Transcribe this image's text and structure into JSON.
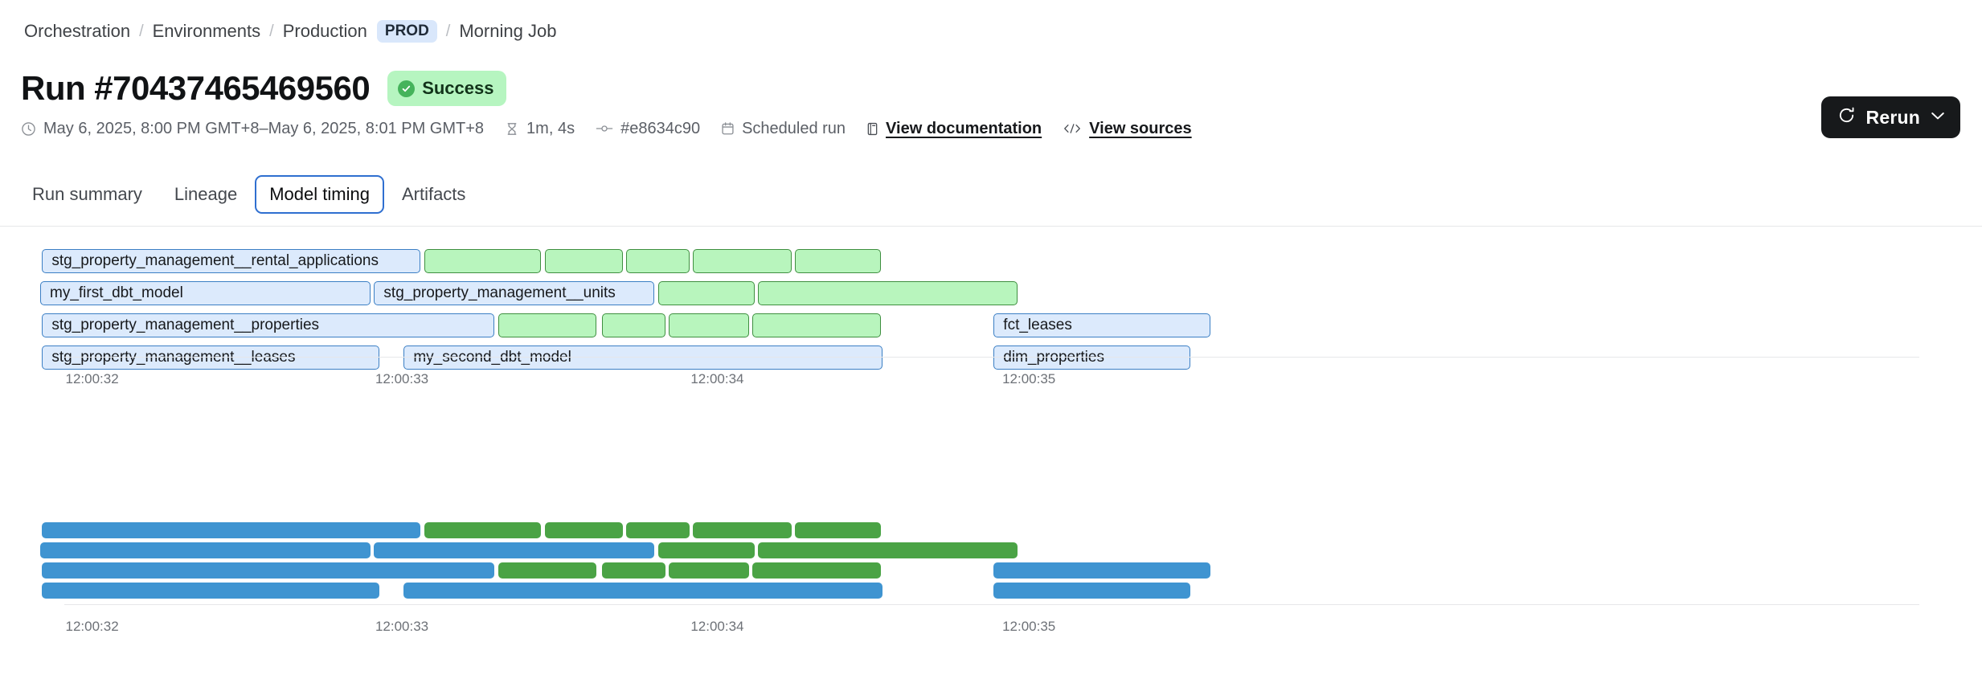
{
  "breadcrumb": {
    "items": [
      {
        "label": "Orchestration",
        "type": "link"
      },
      {
        "label": "Environments",
        "type": "link"
      },
      {
        "label": "Production",
        "type": "link"
      },
      {
        "label": "PROD",
        "type": "badge"
      },
      {
        "label": "Morning Job",
        "type": "link"
      }
    ],
    "separator": "/"
  },
  "header": {
    "title": "Run #70437465469560",
    "status": {
      "label": "Success",
      "icon": "check-circle-icon",
      "bg": "#b6f5c0",
      "fg": "#12331a"
    },
    "meta": {
      "time_range": "May 6, 2025, 8:00 PM GMT+8–May 6, 2025, 8:01 PM GMT+8",
      "duration": "1m, 4s",
      "commit": "#e8634c90",
      "trigger": "Scheduled run",
      "docs_link": "View documentation",
      "sources_link": "View sources"
    },
    "rerun": {
      "label": "Rerun",
      "icon": "refresh-icon",
      "caret": "chevron-down-icon"
    }
  },
  "tabs": [
    {
      "label": "Run summary",
      "active": false
    },
    {
      "label": "Lineage",
      "active": false
    },
    {
      "label": "Model timing",
      "active": true
    },
    {
      "label": "Artifacts",
      "active": false
    }
  ],
  "colors": {
    "blue_fill": "#dceafc",
    "blue_stroke": "#3b7fc4",
    "green_fill": "#b8f5bd",
    "green_stroke": "#3f8f40",
    "blue_solid": "#3f94d1",
    "green_solid": "#4aa345",
    "accent": "#2f6fd0"
  },
  "chart_data": [
    {
      "type": "bar",
      "id": "model-timing-outline",
      "title": "",
      "style": "outline",
      "xlabel": "",
      "ylabel": "",
      "grid": false,
      "legend": "none",
      "axis_ticks": [
        {
          "label": "12:00:32",
          "x_pct": 1.5
        },
        {
          "label": "12:00:33",
          "x_pct": 18.2
        },
        {
          "label": "12:00:34",
          "x_pct": 35.2
        },
        {
          "label": "12:00:35",
          "x_pct": 52.0
        }
      ],
      "rows": [
        {
          "name": "row-1",
          "segments": [
            {
              "label": "stg_property_management__rental_applications",
              "color": "blue",
              "start_pct": -1.2,
              "width_pct": 20.4
            },
            {
              "label": "",
              "color": "green",
              "start_pct": 19.4,
              "width_pct": 6.3
            },
            {
              "label": "",
              "color": "green",
              "start_pct": 25.9,
              "width_pct": 4.2
            },
            {
              "label": "",
              "color": "green",
              "start_pct": 30.3,
              "width_pct": 3.4
            },
            {
              "label": "",
              "color": "green",
              "start_pct": 33.9,
              "width_pct": 5.3
            },
            {
              "label": "",
              "color": "green",
              "start_pct": 39.4,
              "width_pct": 4.6
            }
          ]
        },
        {
          "name": "row-2",
          "segments": [
            {
              "label": "my_first_dbt_model",
              "color": "blue",
              "start_pct": -1.3,
              "width_pct": 17.8
            },
            {
              "label": "stg_property_management__units",
              "color": "blue",
              "start_pct": 16.7,
              "width_pct": 15.1
            },
            {
              "label": "",
              "color": "green",
              "start_pct": 32.0,
              "width_pct": 5.2
            },
            {
              "label": "",
              "color": "green",
              "start_pct": 37.4,
              "width_pct": 14.0
            }
          ]
        },
        {
          "name": "row-3",
          "segments": [
            {
              "label": "stg_property_management__properties",
              "color": "blue",
              "start_pct": -1.2,
              "width_pct": 24.4
            },
            {
              "label": "",
              "color": "green",
              "start_pct": 23.4,
              "width_pct": 5.3
            },
            {
              "label": "",
              "color": "green",
              "start_pct": 29.0,
              "width_pct": 3.4
            },
            {
              "label": "",
              "color": "green",
              "start_pct": 32.6,
              "width_pct": 4.3
            },
            {
              "label": "",
              "color": "green",
              "start_pct": 37.1,
              "width_pct": 6.9
            },
            {
              "label": "fct_leases",
              "color": "blue",
              "start_pct": 50.1,
              "width_pct": 11.7
            }
          ]
        },
        {
          "name": "row-4",
          "segments": [
            {
              "label": "stg_property_management__leases",
              "color": "blue",
              "start_pct": -1.2,
              "width_pct": 18.2
            },
            {
              "label": "my_second_dbt_model",
              "color": "blue",
              "start_pct": 18.3,
              "width_pct": 25.8
            },
            {
              "label": "dim_properties",
              "color": "blue",
              "start_pct": 50.1,
              "width_pct": 10.6
            }
          ]
        }
      ]
    },
    {
      "type": "bar",
      "id": "model-timing-solid",
      "title": "",
      "style": "solid",
      "xlabel": "",
      "ylabel": "",
      "grid": false,
      "legend": "none",
      "axis_ticks": [
        {
          "label": "12:00:32",
          "x_pct": 1.5
        },
        {
          "label": "12:00:33",
          "x_pct": 18.2
        },
        {
          "label": "12:00:34",
          "x_pct": 35.2
        },
        {
          "label": "12:00:35",
          "x_pct": 52.0
        }
      ],
      "rows": [
        {
          "name": "row-1",
          "segments": [
            {
              "label": "",
              "color": "blue",
              "start_pct": -1.2,
              "width_pct": 20.4
            },
            {
              "label": "",
              "color": "green",
              "start_pct": 19.4,
              "width_pct": 6.3
            },
            {
              "label": "",
              "color": "green",
              "start_pct": 25.9,
              "width_pct": 4.2
            },
            {
              "label": "",
              "color": "green",
              "start_pct": 30.3,
              "width_pct": 3.4
            },
            {
              "label": "",
              "color": "green",
              "start_pct": 33.9,
              "width_pct": 5.3
            },
            {
              "label": "",
              "color": "green",
              "start_pct": 39.4,
              "width_pct": 4.6
            }
          ]
        },
        {
          "name": "row-2",
          "segments": [
            {
              "label": "",
              "color": "blue",
              "start_pct": -1.3,
              "width_pct": 17.8
            },
            {
              "label": "",
              "color": "blue",
              "start_pct": 16.7,
              "width_pct": 15.1
            },
            {
              "label": "",
              "color": "green",
              "start_pct": 32.0,
              "width_pct": 5.2
            },
            {
              "label": "",
              "color": "green",
              "start_pct": 37.4,
              "width_pct": 14.0
            }
          ]
        },
        {
          "name": "row-3",
          "segments": [
            {
              "label": "",
              "color": "blue",
              "start_pct": -1.2,
              "width_pct": 24.4
            },
            {
              "label": "",
              "color": "green",
              "start_pct": 23.4,
              "width_pct": 5.3
            },
            {
              "label": "",
              "color": "green",
              "start_pct": 29.0,
              "width_pct": 3.4
            },
            {
              "label": "",
              "color": "green",
              "start_pct": 32.6,
              "width_pct": 4.3
            },
            {
              "label": "",
              "color": "green",
              "start_pct": 37.1,
              "width_pct": 6.9
            },
            {
              "label": "",
              "color": "blue",
              "start_pct": 50.1,
              "width_pct": 11.7
            }
          ]
        },
        {
          "name": "row-4",
          "segments": [
            {
              "label": "",
              "color": "blue",
              "start_pct": -1.2,
              "width_pct": 18.2
            },
            {
              "label": "",
              "color": "blue",
              "start_pct": 18.3,
              "width_pct": 25.8
            },
            {
              "label": "",
              "color": "blue",
              "start_pct": 50.1,
              "width_pct": 10.6
            }
          ]
        }
      ]
    }
  ]
}
